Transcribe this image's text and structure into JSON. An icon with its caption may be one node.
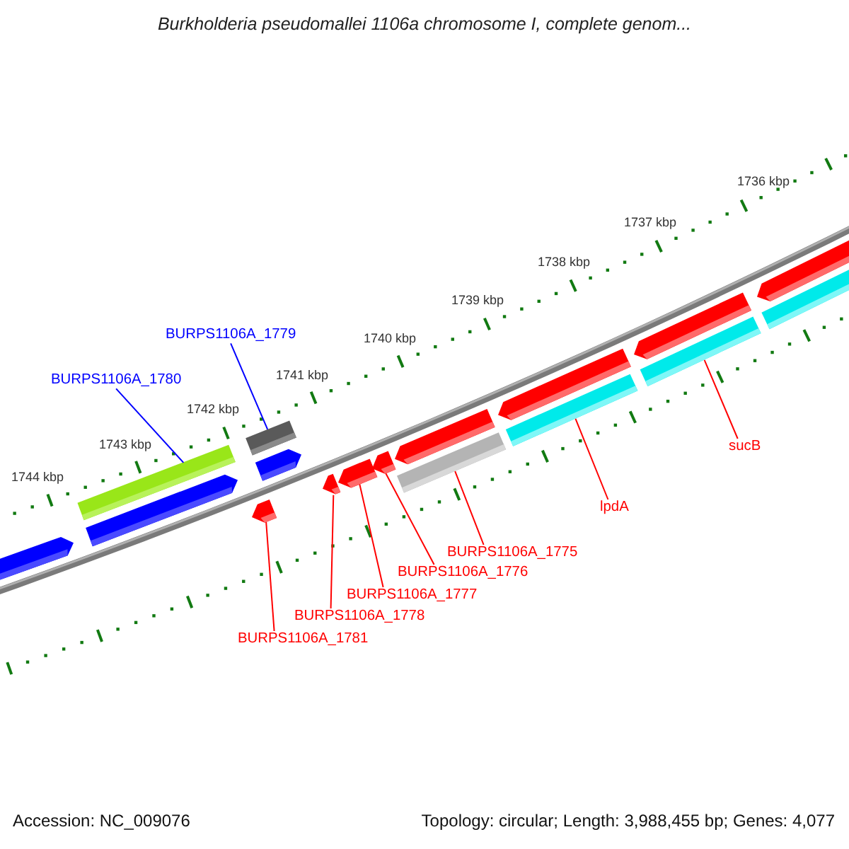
{
  "diagram": {
    "title": "Burkholderia pseudomallei 1106a chromosome I, complete genom...",
    "nodes": [
      {
        "text": [
          "BURPS1106A_1779"
        ]
      },
      {
        "text": [
          "BURPS1106A_1780"
        ]
      },
      {
        "text": [
          "sucB"
        ]
      },
      {
        "text": [
          "lpdA"
        ]
      },
      {
        "text": [
          "BURPS1106A_1775"
        ]
      },
      {
        "text": [
          "BURPS1106A_1776"
        ]
      },
      {
        "text": [
          "BURPS1106A_1777"
        ]
      },
      {
        "text": [
          "BURPS1106A_1778"
        ]
      },
      {
        "text": [
          "BURPS1106A_1781"
        ]
      },
      {
        "text": [],
        "shape": "bar"
      },
      {
        "text": [],
        "shape": "bar"
      },
      {
        "text": [],
        "shape": "bar"
      },
      {
        "text": [],
        "shape": "bar"
      },
      {
        "text": [],
        "shape": "bar"
      },
      {
        "text": [],
        "shape": "bar"
      },
      {
        "text": [],
        "shape": "bar"
      },
      {
        "text": [],
        "shape": "bar"
      },
      {
        "text": [],
        "shape": "bar"
      }
    ],
    "edges": [
      {
        "from": 0,
        "to": 10,
        "arrow": "none",
        "color": "#0000ff"
      },
      {
        "from": 1,
        "to": 9,
        "arrow": "none",
        "color": "#0000ff"
      },
      {
        "from": 2,
        "to": 17,
        "arrow": "none"
      },
      {
        "from": 3,
        "to": 16,
        "arrow": "none"
      },
      {
        "from": 4,
        "to": 15,
        "arrow": "none"
      },
      {
        "from": 5,
        "to": 14,
        "arrow": "none"
      },
      {
        "from": 6,
        "to": 13,
        "arrow": "none"
      },
      {
        "from": 7,
        "to": 12,
        "arrow": "none"
      },
      {
        "from": 8,
        "to": 11,
        "arrow": "none"
      }
    ],
    "labels": [
      "1736 kbp",
      "1737 kbp",
      "1738 kbp",
      "1739 kbp",
      "1740 kbp",
      "1741 kbp",
      "1742 kbp",
      "1743 kbp",
      "1744 kbp",
      "Accession: NC_009076",
      "Topology: circular; Length: 3,988,455 bp; Genes: 4,077"
    ]
  }
}
